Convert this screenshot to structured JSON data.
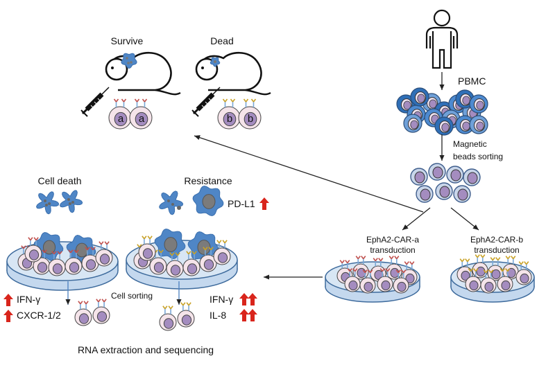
{
  "mouse_labels": {
    "survive": "Survive",
    "dead": "Dead"
  },
  "cell_letters": {
    "a": "a",
    "b": "b"
  },
  "pbmc_label": "PBMC",
  "sorting_label": {
    "line1": "Magnetic",
    "line2": "beads sorting"
  },
  "transduction_a": {
    "line1": "EphA2-CAR-a",
    "line2": "transduction"
  },
  "transduction_b": {
    "line1": "EphA2-CAR-b",
    "line2": "transduction"
  },
  "cell_death_title": "Cell death",
  "resistance_title": "Resistance",
  "pdl1_label": "PD-L1",
  "left_markers": [
    "IFN-γ",
    "CXCR-1/2"
  ],
  "right_markers": [
    "IFN-γ",
    "IL-8"
  ],
  "cell_sorting_label": "Cell sorting",
  "rna_label": "RNA extraction and sequencing",
  "colors": {
    "tumor": "#4f86c6",
    "tumor_dark": "#3a6fae",
    "nucleus_gray": "#7b7b7b",
    "tcell_pink": "#f5e4ea",
    "tcell_nucleus": "#a48cbf",
    "pbmc_blue": "#3f7ac2",
    "dish_fill": "#d8e6f4",
    "dish_stroke": "#3d6a9c",
    "red_arrow": "#d9251c",
    "receptor_red": "#c0504d",
    "receptor_gold": "#c9a227",
    "receptor_blue": "#7aa7d6"
  }
}
